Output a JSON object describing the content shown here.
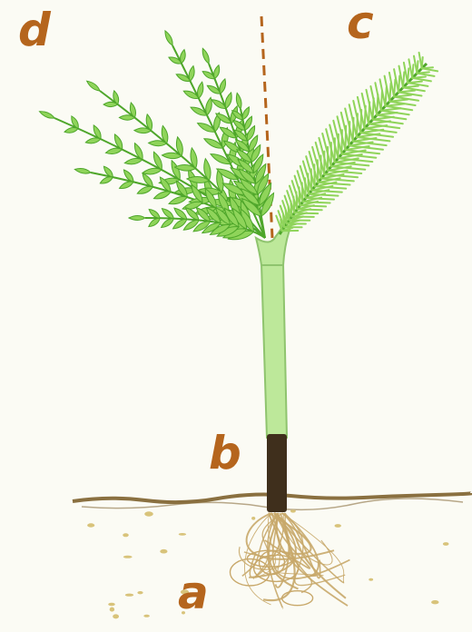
{
  "labels": {
    "d": "d",
    "c": "c",
    "b": "b",
    "a": "a"
  },
  "colors": {
    "paper": "#fbfbf4",
    "label": "#b5651d",
    "leaf_fill": "#8fd45a",
    "leaf_stroke": "#4ea62a",
    "stem_fill": "#bde89a",
    "stem_stroke": "#8fc46e",
    "collar": "#3f2f1c",
    "soil": "#8a7040",
    "pebble": "#d8c37a",
    "root": "#c8a86a",
    "dash": "#b5651d"
  }
}
